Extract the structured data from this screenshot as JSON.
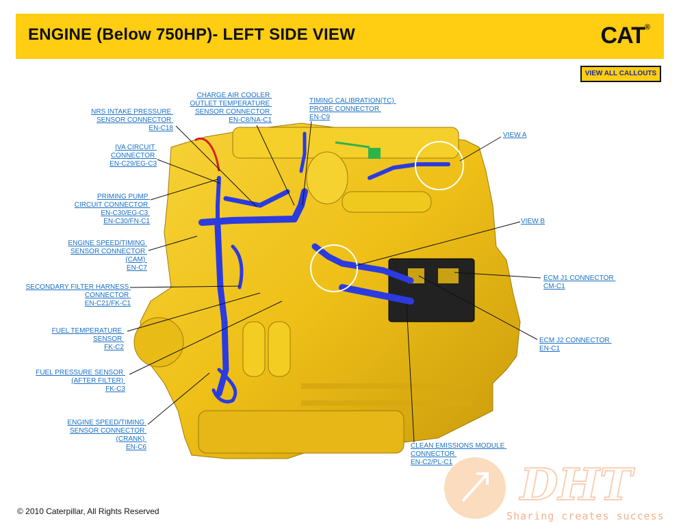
{
  "header": {
    "title": "ENGINE (Below 750HP)- LEFT SIDE VIEW",
    "logo": "CAT",
    "logo_mark": "®",
    "brand_color": "#ffcd11"
  },
  "toolbar": {
    "view_all_label": "VIEW ALL CALLOUTS"
  },
  "callouts": [
    {
      "id": "charge-air-cooler",
      "lines": [
        "CHARGE AIR COOLER",
        "OUTLET TEMPERATURE",
        "SENSOR CONNECTOR",
        "EN-C8/NA-C1"
      ]
    },
    {
      "id": "timing-calibration",
      "lines": [
        "TIMING CALIBRATION(TC)",
        "PROBE CONNECTOR",
        "EN-C9"
      ]
    },
    {
      "id": "nrs-intake",
      "lines": [
        "NRS INTAKE PRESSURE",
        "SENSOR CONNECTOR",
        "EN-C18"
      ]
    },
    {
      "id": "iva-circuit",
      "lines": [
        "IVA CIRCUIT",
        "CONNECTOR",
        "EN-C29/EG-C3"
      ]
    },
    {
      "id": "priming-pump",
      "lines": [
        "PRIMING PUMP",
        "CIRCUIT CONNECTOR",
        "EN-C30/EG-C3",
        "EN-C30/FN-C1"
      ]
    },
    {
      "id": "engine-speed-cam",
      "lines": [
        "ENGINE SPEED/TIMING",
        "SENSOR CONNECTOR",
        "(CAM)",
        "EN-C7"
      ]
    },
    {
      "id": "secondary-filter",
      "lines": [
        "SECONDARY FILTER HARNESS",
        "CONNECTOR",
        "EN-C21/FK-C1"
      ]
    },
    {
      "id": "fuel-temperature",
      "lines": [
        "FUEL TEMPERATURE",
        "SENSOR",
        "FK-C2"
      ]
    },
    {
      "id": "fuel-pressure",
      "lines": [
        "FUEL PRESSURE SENSOR",
        "(AFTER FILTER)",
        "FK-C3"
      ]
    },
    {
      "id": "engine-speed-crank",
      "lines": [
        "ENGINE SPEED/TIMING",
        "SENSOR CONNECTOR",
        "(CRANK)",
        "EN-C6"
      ]
    },
    {
      "id": "view-a",
      "lines": [
        "VIEW A"
      ]
    },
    {
      "id": "view-b",
      "lines": [
        "VIEW B"
      ]
    },
    {
      "id": "ecm-j1",
      "lines": [
        "ECM J1 CONNECTOR",
        "CM-C1"
      ]
    },
    {
      "id": "ecm-j2",
      "lines": [
        "ECM J2 CONNECTOR",
        "EN-C1"
      ]
    },
    {
      "id": "clean-emissions",
      "lines": [
        "CLEAN EMISSIONS MODULE",
        "CONNECTOR",
        "EN-C2/PL-C1"
      ]
    }
  ],
  "footer": {
    "copyright": "© 2010 Caterpillar, All Rights Reserved"
  },
  "watermark": {
    "logo": "DHT",
    "slogan": "Sharing creates success"
  },
  "colors": {
    "engine": "#f2c419",
    "harness": "#2b3be0",
    "link": "#1a6fc4",
    "sensor_red": "#d42020",
    "sensor_green": "#2db34a",
    "ecm": "#222222"
  }
}
